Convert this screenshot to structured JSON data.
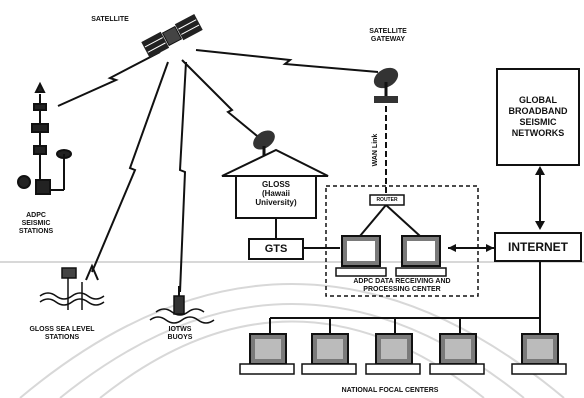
{
  "labels": {
    "satellite": "SATELLITE",
    "satellite_gateway": "SATELLITE\nGATEWAY",
    "adpc_seismic": "ADPC\nSEISMIC\nSTATIONS",
    "gloss_hawaii": "GLOSS\n(Hawaii\nUniversity)",
    "gts": "GTS",
    "global_broadband": "GLOBAL\nBROADBAND\nSEISMIC\nNETWORKS",
    "internet": "INTERNET",
    "router": "ROUTER",
    "wan_link": "WAN Link",
    "adpc_center": "ADPC DATA RECEIVING AND\nPROCESSING CENTER",
    "gloss_sea": "GLOSS SEA LEVEL\nSTATIONS",
    "iotws": "IOTWS\nBUOYS",
    "national": "NATIONAL FOCAL CENTERS"
  },
  "colors": {
    "ink": "#111111",
    "watermark": "#d8d8d8",
    "screen": "#7a7a7a"
  }
}
